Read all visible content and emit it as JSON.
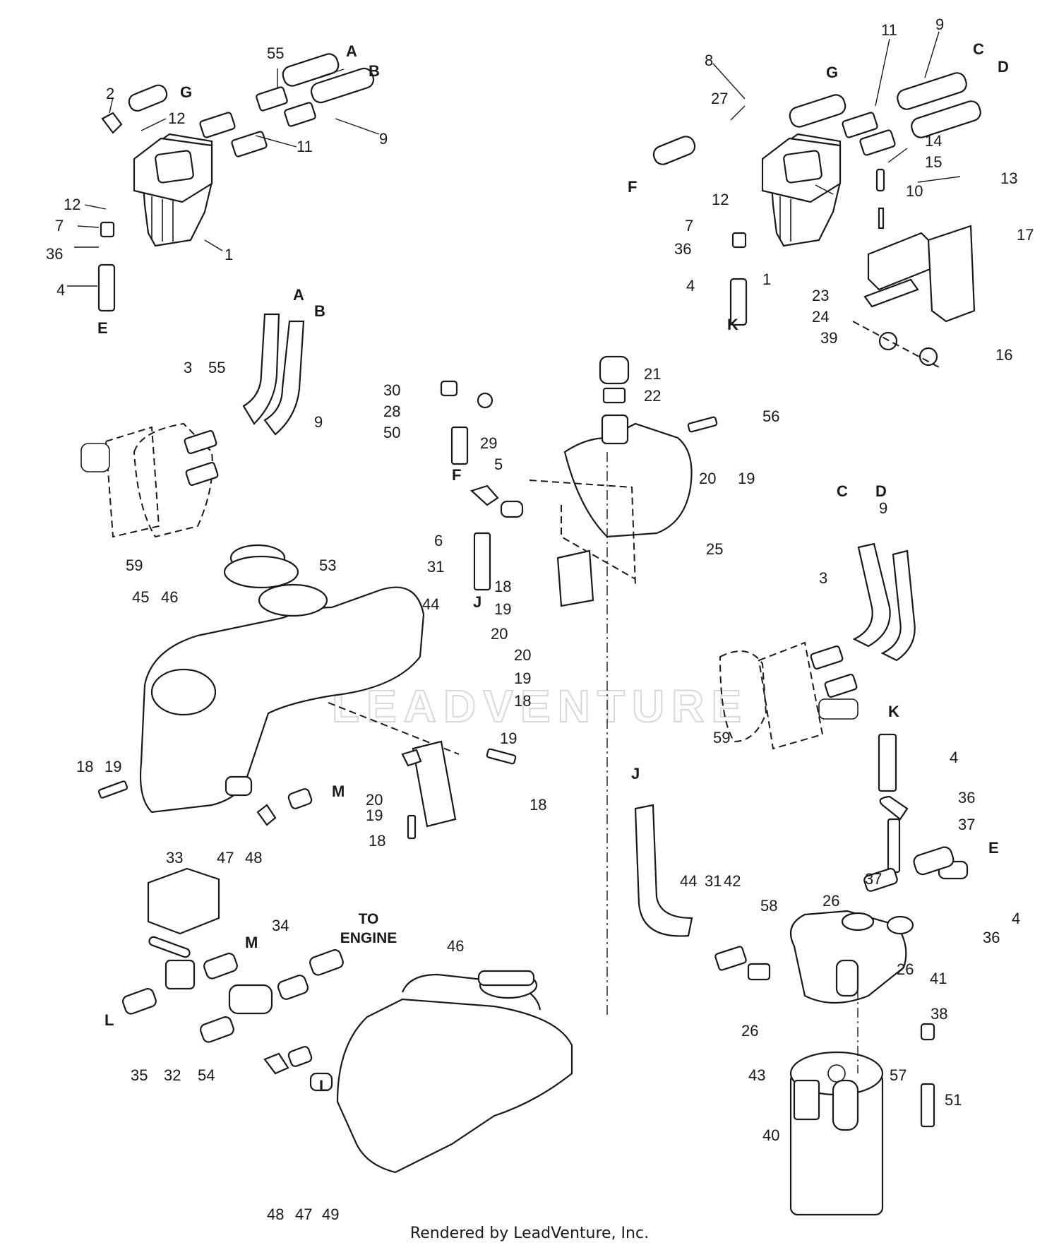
{
  "callouts": [
    "55",
    "2",
    "12",
    "11",
    "9",
    "12",
    "7",
    "36",
    "4",
    "1",
    "8",
    "27",
    "11",
    "9",
    "12",
    "14",
    "15",
    "13",
    "10",
    "17",
    "7",
    "36",
    "4",
    "1",
    "23",
    "24",
    "39",
    "16",
    "3",
    "55",
    "9",
    "59",
    "30",
    "28",
    "50",
    "29",
    "21",
    "22",
    "56",
    "20",
    "19",
    "25",
    "5",
    "6",
    "31",
    "18",
    "44",
    "19",
    "20",
    "20",
    "19",
    "18",
    "53",
    "46",
    "45",
    "18",
    "19",
    "19",
    "20",
    "19",
    "18",
    "18",
    "47",
    "48",
    "3",
    "9",
    "59",
    "4",
    "36",
    "37",
    "44",
    "31",
    "42",
    "58",
    "26",
    "37",
    "26",
    "36",
    "4",
    "41",
    "38",
    "26",
    "43",
    "57",
    "51",
    "40",
    "33",
    "34",
    "35",
    "32",
    "54",
    "46",
    "48",
    "47",
    "49"
  ],
  "letters": [
    "A",
    "B",
    "G",
    "E",
    "G",
    "C",
    "D",
    "F",
    "K",
    "A",
    "B",
    "F",
    "J",
    "C",
    "D",
    "M",
    "M",
    "L",
    "K",
    "J",
    "E",
    "L"
  ],
  "notes": {
    "to": "TO",
    "engine": "ENGINE"
  },
  "watermark": "LEADVENTURE",
  "footer": "Rendered by LeadVenture, Inc."
}
